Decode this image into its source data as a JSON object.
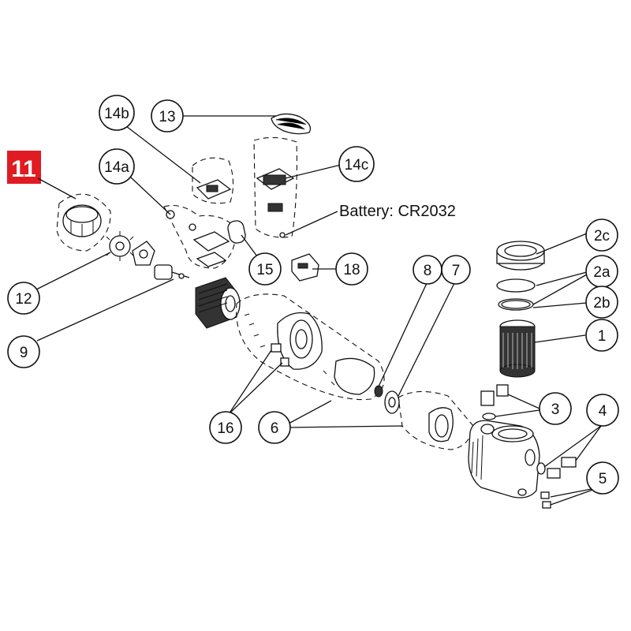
{
  "highlighted_callout": "11",
  "battery_label": "Battery: CR2032",
  "callouts": {
    "c13": "13",
    "c14b": "14b",
    "c14a": "14a",
    "c14c": "14c",
    "c15": "15",
    "c18": "18",
    "c12": "12",
    "c9": "9",
    "c16": "16",
    "c6": "6",
    "c8": "8",
    "c7": "7",
    "c2c": "2c",
    "c2a": "2a",
    "c2b": "2b",
    "c1": "1",
    "c3": "3",
    "c4": "4",
    "c5": "5"
  },
  "colors": {
    "highlight": "#e01b22",
    "line": "#111111"
  }
}
